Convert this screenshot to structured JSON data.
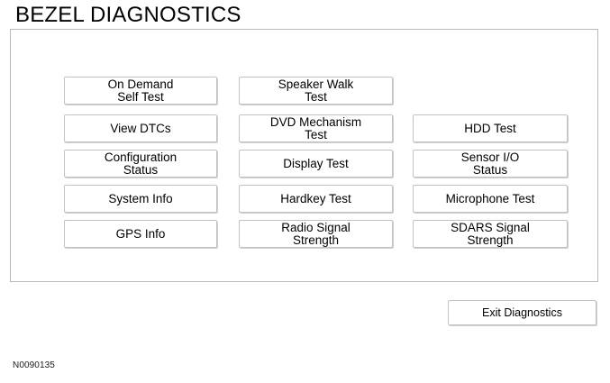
{
  "page": {
    "title": "BEZEL DIAGNOSTICS",
    "figure_id": "N0090135",
    "background_color": "#ffffff",
    "panel_border_color": "#b8b8b8",
    "button_border_color": "#c2c2c2",
    "text_color": "#000000"
  },
  "buttons": {
    "columns": [
      {
        "name": "column-1",
        "items": [
          {
            "label": "On Demand\nSelf Test",
            "row": 1
          },
          {
            "label": "View DTCs",
            "row": 2
          },
          {
            "label": "Configuration\nStatus",
            "row": 3
          },
          {
            "label": "System Info",
            "row": 4
          },
          {
            "label": "GPS Info",
            "row": 5
          }
        ]
      },
      {
        "name": "column-2",
        "items": [
          {
            "label": "Speaker Walk\nTest",
            "row": 1
          },
          {
            "label": "DVD Mechanism\nTest",
            "row": 2
          },
          {
            "label": "Display Test",
            "row": 3
          },
          {
            "label": "Hardkey Test",
            "row": 4
          },
          {
            "label": "Radio Signal\nStrength",
            "row": 5
          }
        ]
      },
      {
        "name": "column-3",
        "items": [
          {
            "label": "HDD Test",
            "row": 2
          },
          {
            "label": "Sensor I/O\nStatus",
            "row": 3
          },
          {
            "label": "Microphone Test",
            "row": 4
          },
          {
            "label": "SDARS Signal\nStrength",
            "row": 5
          }
        ]
      }
    ]
  },
  "footer": {
    "exit_label": "Exit Diagnostics"
  }
}
